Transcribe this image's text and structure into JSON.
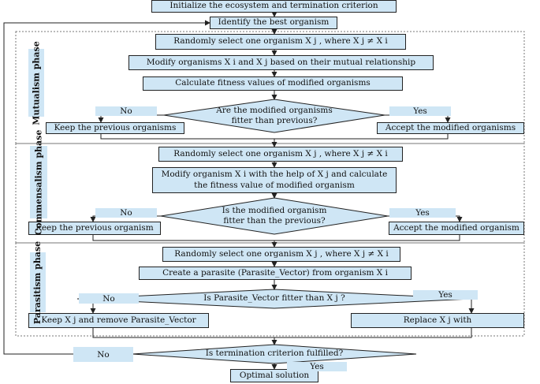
{
  "steps": {
    "init": "Initialize the ecosystem and termination criterion",
    "identify": "Identify the best organism",
    "m_select": "Randomly select one organism X j , where  X j ≠ X i",
    "m_modify": "Modify organisms  X i and  X j  based on their mutual relationship",
    "m_fitness": "Calculate fitness values of modified organisms",
    "m_decision": "Are the modified organisms fitter than previous?",
    "m_keep": "Keep the previous organisms",
    "m_accept": "Accept the modified organisms",
    "c_select": "Randomly select one organism X j , where  X j ≠ X i",
    "c_modify": "Modify organism  X i with the help of  X j  and calculate the fitness value of modified organism",
    "c_decision": "Is the modified organism fitter than the previous?",
    "c_keep": "Keep the previous organism",
    "c_accept": "Accept the modified organism",
    "p_select": "Randomly select one organism X j , where  X j ≠ X i",
    "p_create": "Create a parasite (Parasite_Vector) from organism  X i",
    "p_decision": "Is Parasite_Vector fitter than X j ?",
    "p_keep": "Keep  X j  and remove Parasite_Vector",
    "p_replace": "Replace  X j  with",
    "t_decision": "Is termination criterion fulfilled?",
    "optimal": "Optimal solution"
  },
  "phases": {
    "mutualism": "Mutualism phase",
    "commensalism": "Commensalism phase",
    "parasitism": "Parasitism phase"
  },
  "labels": {
    "no": "No",
    "yes": "Yes"
  },
  "colors": {
    "box_fill": "#cfe6f5",
    "line": "#222222",
    "dashed": "#777777"
  }
}
